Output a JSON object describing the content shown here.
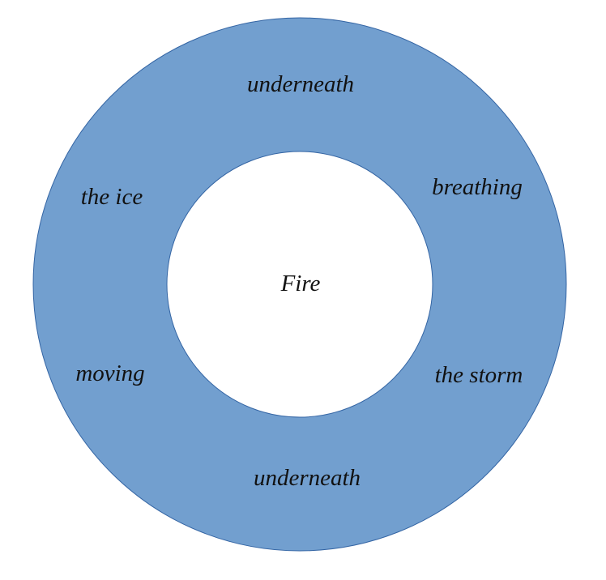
{
  "diagram": {
    "center_label": "Fire",
    "ring_labels": [
      "underneath",
      "breathing",
      "the storm",
      "underneath",
      "moving",
      "the ice"
    ],
    "colors": {
      "ring_fill": "#729fcf",
      "ring_stroke": "#3465a4",
      "center_fill": "#ffffff",
      "text": "#111111"
    }
  }
}
